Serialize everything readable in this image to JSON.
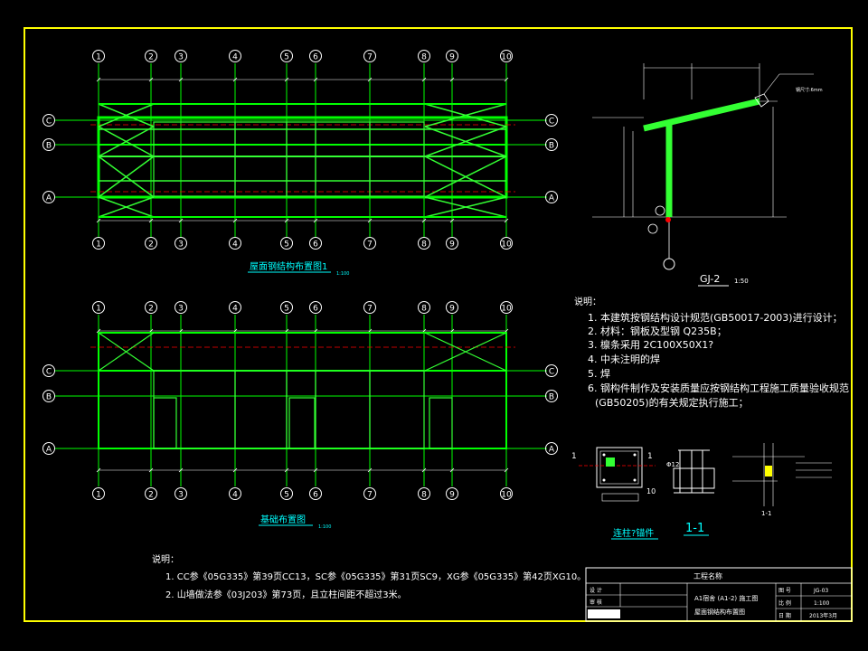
{
  "top_plan": {
    "title": "屋面钢结构布置图1",
    "scale": "1:100",
    "col_labels": [
      "1",
      "2",
      "3",
      "4",
      "5",
      "6",
      "7",
      "8",
      "9",
      "10"
    ],
    "row_labels": [
      "C",
      "B",
      "A"
    ]
  },
  "bottom_plan": {
    "title": "基础布置图",
    "scale": "1:100"
  },
  "frame_detail": {
    "label": "GJ-2",
    "scale": "1:50",
    "annotation": "钢尺寸:6mm"
  },
  "connection_detail": {
    "label_column": "连柱?锚件",
    "label_section": "1-1",
    "label_section_small": "1-1",
    "mark_1": "1",
    "mark_dia": "Φ12",
    "mark_10": "10"
  },
  "notes_right": {
    "heading": "说明：",
    "lines": [
      "1. 本建筑按钢结构设计规范(GB50017-2003)进行设计；",
      "2. 材料：钢板及型钢 Q235B；",
      "3. 檩条采用 2C100X50X1?",
      "4. 中未注明的焊",
      "5. 焊",
      "6. 钢构件制作及安装质量应按钢结构工程施工质量验收规范",
      "(GB50205)的有关规定执行施工；"
    ]
  },
  "notes_bottom": {
    "heading": "说明：",
    "lines": [
      "1. CC参《05G335》第39页CC13，SC参《05G335》第31页SC9，XG参《05G335》第42页XG10。",
      "2. 山墙做法参《03J203》第73页，且立柱间距不超过3米。"
    ]
  },
  "title_block": {
    "project_name": "工程名称",
    "role_design": "设  计",
    "role_check": "审  核",
    "project": "A1宿舍 (A1-2) 施工图",
    "drawing_title": "屋面钢结构布置图",
    "label_drawing_no": "图  号",
    "drawing_no": "JG-03",
    "label_scale": "比  例",
    "scale": "1:100",
    "label_date": "日  期",
    "date": "2013年3月"
  },
  "colors": {
    "background": "#000000",
    "border": "#ffff00",
    "axis_line": "#00ff00",
    "beam": "#33ff33",
    "grid_bubble": "#ffffff",
    "dims": "#ffffff",
    "accent": "#ff0000",
    "title_text": "#00ffff"
  }
}
